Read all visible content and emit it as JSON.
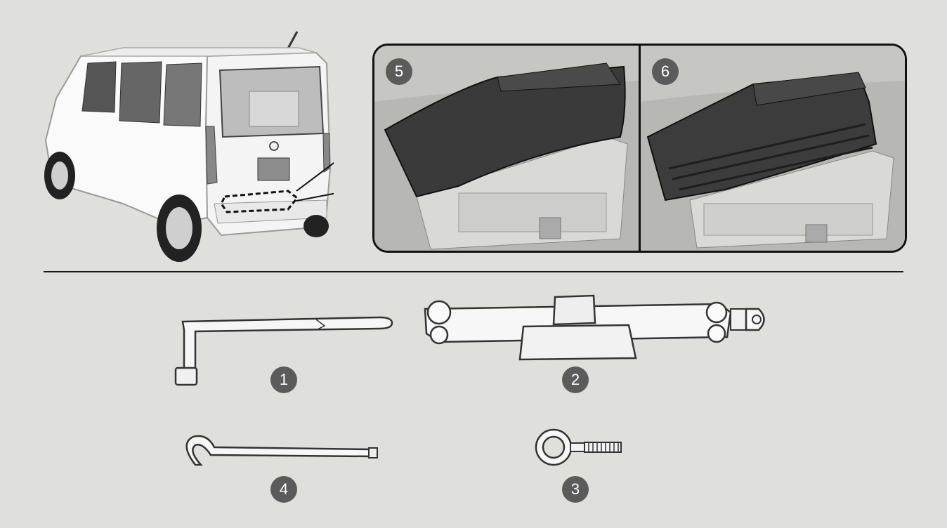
{
  "figure": {
    "badges": {
      "b1": "1",
      "b2": "2",
      "b3": "3",
      "b4": "4",
      "b5": "5",
      "b6": "6"
    },
    "items": {
      "wrench": "wheel-nut-wrench",
      "jack": "scissor-jack",
      "towing_eye": "towing-hook",
      "jack_handle": "jack-handle-bar"
    },
    "colors": {
      "background": "#dfe0dc",
      "badge": "#5a5b5a",
      "cover": "#3a3a3a",
      "outline": "#111111"
    }
  }
}
